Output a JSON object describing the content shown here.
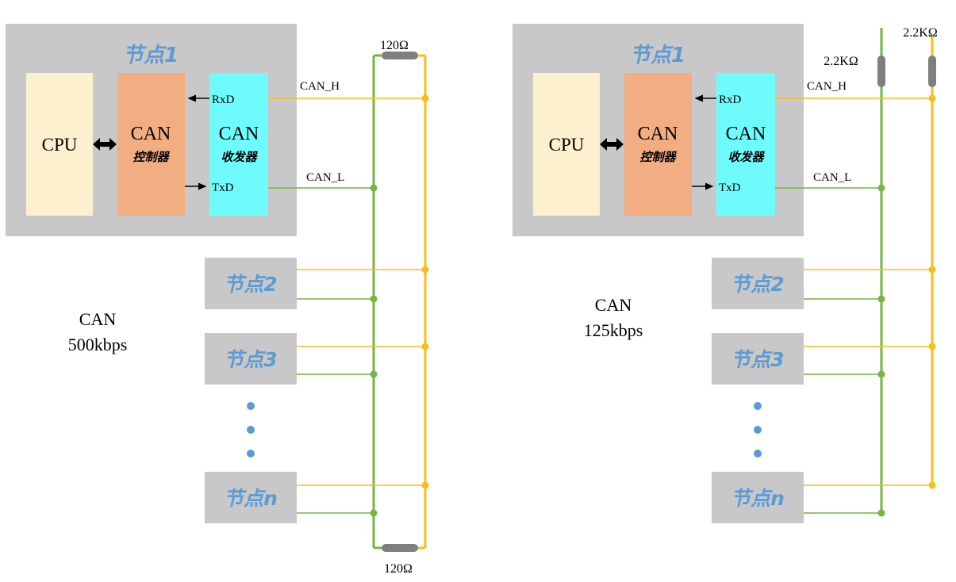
{
  "left_diagram": {
    "node1_title": "节点1",
    "cpu_label": "CPU",
    "controller_line1": "CAN",
    "controller_line2": "控制器",
    "transceiver_line1": "CAN",
    "transceiver_line2": "收发器",
    "rxd_label": "RxD",
    "txd_label": "TxD",
    "can_h_label": "CAN_H",
    "can_l_label": "CAN_L",
    "node2_label": "节点2",
    "node3_label": "节点3",
    "noden_label": "节点n",
    "bus_caption_line1": "CAN",
    "bus_caption_line2": "500kbps",
    "top_resistor_label": "120Ω",
    "bottom_resistor_label": "120Ω"
  },
  "right_diagram": {
    "node1_title": "节点1",
    "cpu_label": "CPU",
    "controller_line1": "CAN",
    "controller_line2": "控制器",
    "transceiver_line1": "CAN",
    "transceiver_line2": "收发器",
    "rxd_label": "RxD",
    "txd_label": "TxD",
    "can_h_label": "CAN_H",
    "can_l_label": "CAN_L",
    "node2_label": "节点2",
    "node3_label": "节点3",
    "noden_label": "节点n",
    "bus_caption_line1": "CAN",
    "bus_caption_line2": "125kbps",
    "resistor_left_label": "2.2KΩ",
    "resistor_right_label": "2.2KΩ"
  },
  "colors": {
    "node_box": "#c8c8c8",
    "cpu": "#fdf0cf",
    "controller": "#f2ae82",
    "transceiver": "#6ffbfb",
    "can_h_wire": "#f7be1e",
    "can_l_wire": "#78b444",
    "node_title_text": "#5b9bd5",
    "resistor": "#7f7f7f"
  }
}
